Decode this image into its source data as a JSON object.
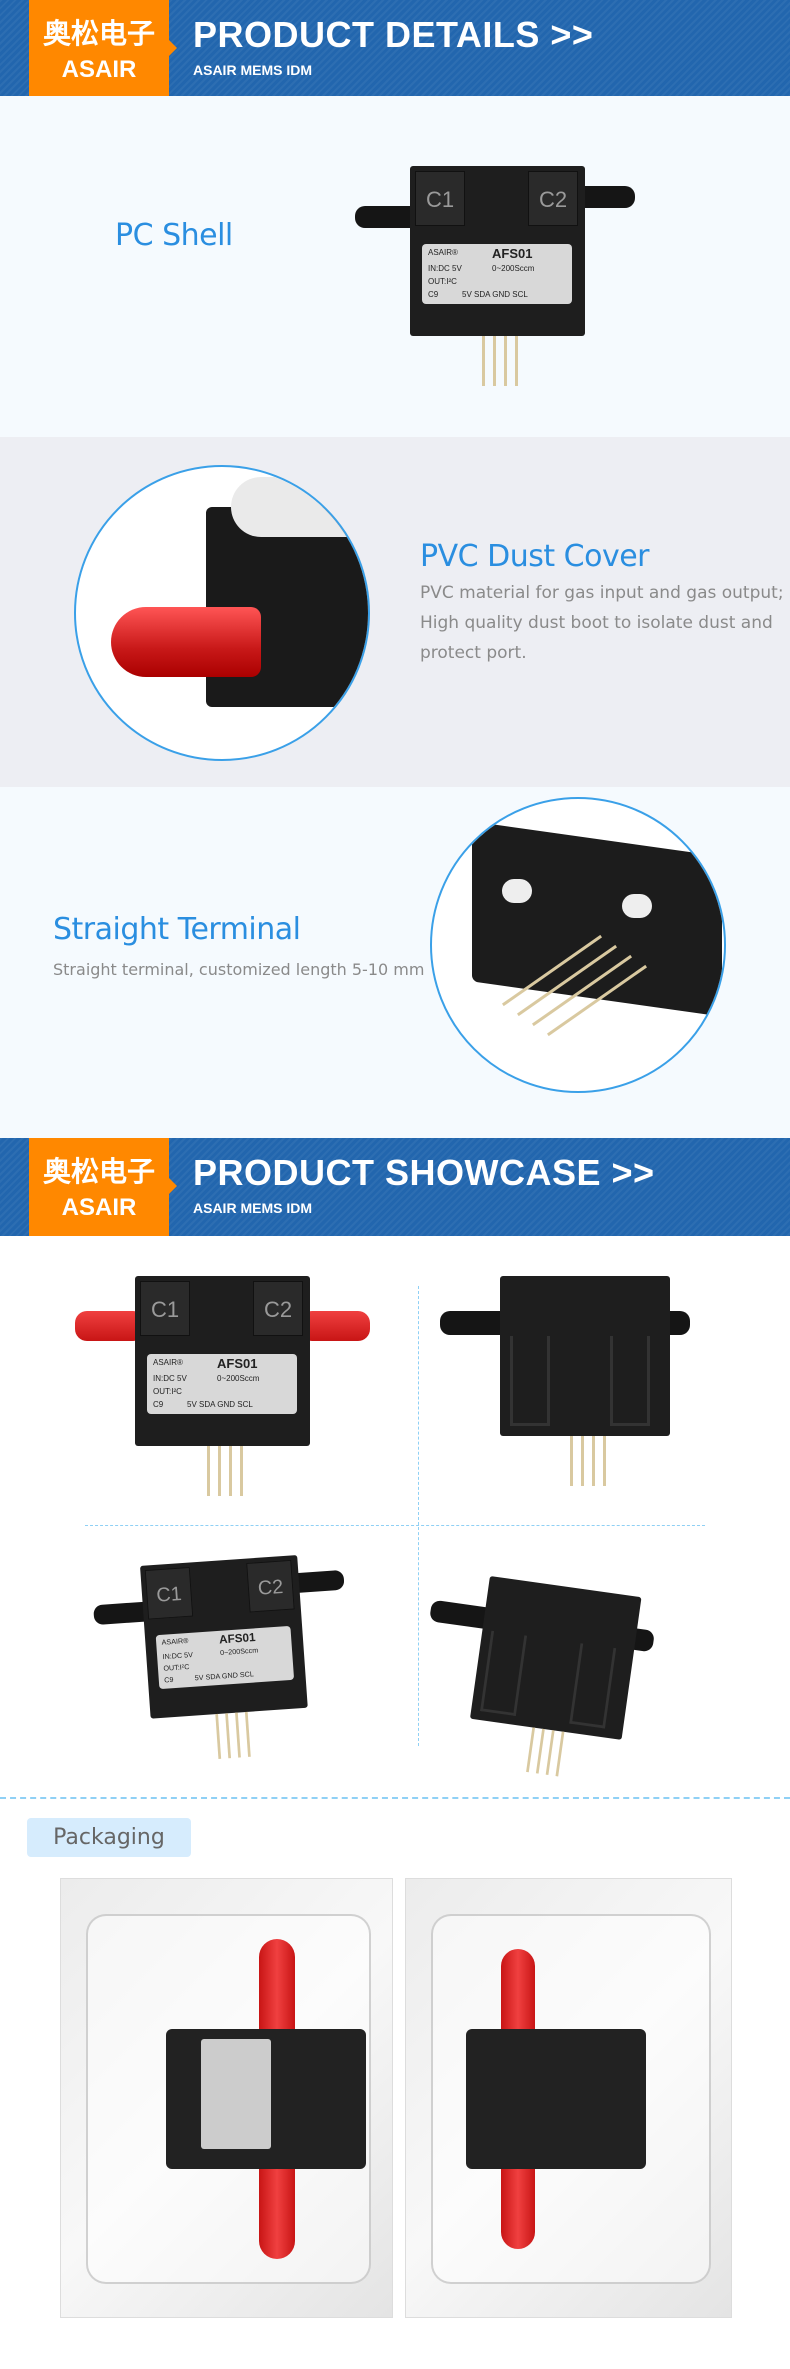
{
  "header1": {
    "logo_cn": "奥松电子",
    "logo_en": "ASAIR",
    "title": "PRODUCT DETAILS >>",
    "subtitle": "ASAIR MEMS IDM"
  },
  "features": [
    {
      "title": "PC Shell"
    },
    {
      "title": "PVC Dust Cover",
      "desc_lines": [
        "PVC material for gas input and gas output;",
        "High quality dust boot to isolate dust and",
        "protect port."
      ]
    },
    {
      "title": "Straight Terminal",
      "desc": "Straight terminal, customized length 5-10 mm"
    }
  ],
  "header2": {
    "logo_cn": "奥松电子",
    "logo_en": "ASAIR",
    "title": "PRODUCT SHOWCASE >>",
    "subtitle": "ASAIR MEMS IDM"
  },
  "product_label": {
    "brand": "ASAIR®",
    "model": "AFS01",
    "input": "IN:DC 5V",
    "range": "0~200Sccm",
    "output": "OUT:I²C",
    "code": "C9",
    "pins": "5V SDA GND SCL",
    "port1": "C1",
    "port2": "C2"
  },
  "packaging": {
    "label": "Packaging"
  },
  "colors": {
    "brand_blue": "#2266ae",
    "orange": "#ff8800",
    "accent": "#2a8ee0"
  }
}
